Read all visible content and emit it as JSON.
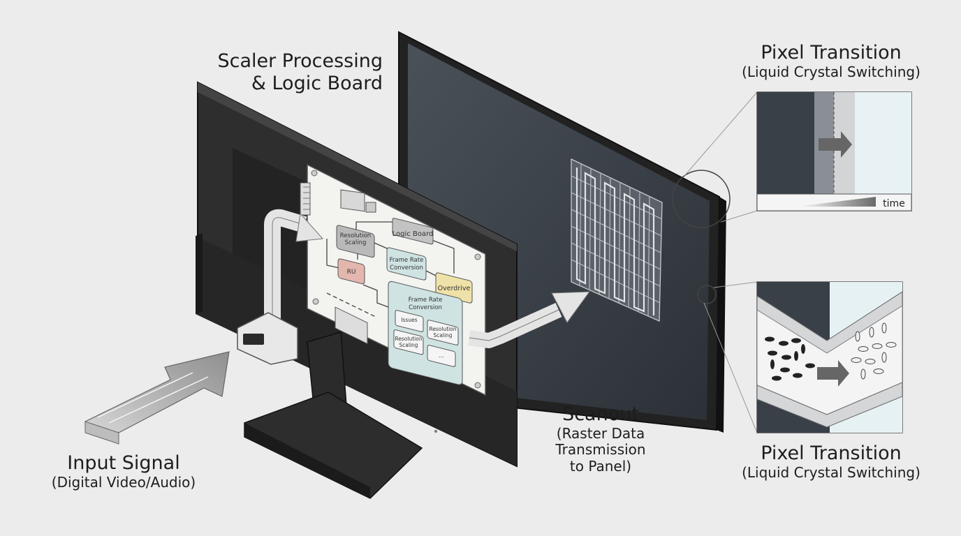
{
  "labels": {
    "scaler_title_line1": "Scaler Processing",
    "scaler_title_line2": "& Logic Board",
    "pixel_top_title": "Pixel Transition",
    "pixel_top_sub": "(Liquid Crystal Switching)",
    "pixel_bottom_title": "Pixel Transition",
    "pixel_bottom_sub": "(Liquid Crystal Switching)",
    "input_title": "Input Signal",
    "input_sub": "(Digital Video/Audio)",
    "scanout_title": "Scanout",
    "scanout_sub_line1": "(Raster Data",
    "scanout_sub_line2": "Transmission",
    "scanout_sub_line3": "to Panel)",
    "time": "time"
  },
  "board": {
    "logic_board": "Logic Board",
    "resolution_scaling": [
      "Resolution",
      "Scaling"
    ],
    "frame_rate_conversion": [
      "Frame Rate",
      "Conversion"
    ],
    "ru": "RU",
    "overdrive": "Overdrive",
    "frame_rate_conversion_2": [
      "Frame Rate",
      "Conversion"
    ],
    "issues": "Issues",
    "resolution_scaling_2": [
      "Resolution",
      "Scaling"
    ],
    "resolution_scaling_3": [
      "Resolution",
      "Scaling"
    ],
    "ellipsis": "..."
  },
  "colors": {
    "background": "#ececec",
    "monitor_dark": "#2b2b2b",
    "panel_screen": "#3a4048",
    "board_fill": "#f3f3f0",
    "box_gray": "#b9b9b9",
    "box_red": "#e3b6ae",
    "box_teal": "#cfe3e3",
    "box_yellow": "#efe2a8"
  }
}
